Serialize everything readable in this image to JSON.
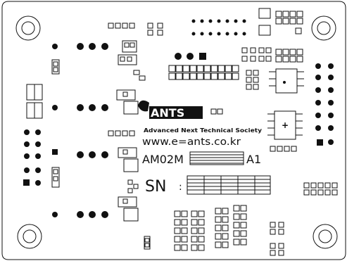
{
  "board": {
    "logo_text": "ANTS",
    "tagline": "Advanced Next Technical Society",
    "website": "www.e=ants.co.kr",
    "model": "AM02M",
    "revision": "A1",
    "serial_label": "SN",
    "serial_colon": ":"
  },
  "colors": {
    "silkscreen": "#111111",
    "board": "#ffffff"
  }
}
